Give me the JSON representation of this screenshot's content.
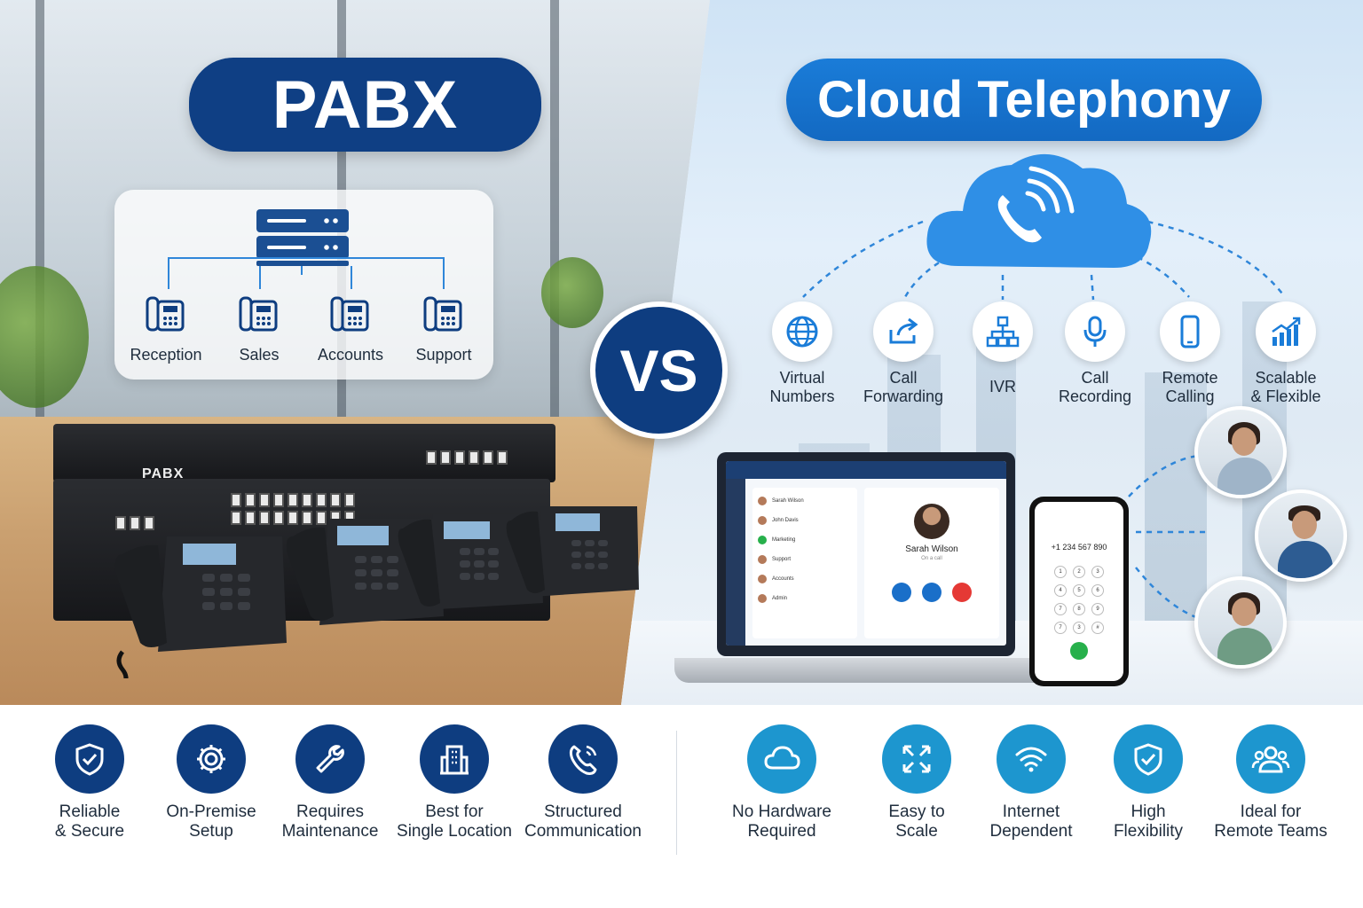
{
  "pabx": {
    "title": "PABX",
    "hardware_label": "PABX",
    "diagram_nodes": [
      {
        "label": "Reception",
        "icon": "desk-phone-icon"
      },
      {
        "label": "Sales",
        "icon": "desk-phone-icon"
      },
      {
        "label": "Accounts",
        "icon": "desk-phone-icon"
      },
      {
        "label": "Support",
        "icon": "desk-phone-icon"
      }
    ],
    "bottom_features": [
      {
        "line1": "Reliable",
        "line2": "& Secure",
        "icon": "shield-check-icon"
      },
      {
        "line1": "On-Premise",
        "line2": "Setup",
        "icon": "gear-icon"
      },
      {
        "line1": "Requires",
        "line2": "Maintenance",
        "icon": "wrench-icon"
      },
      {
        "line1": "Best for",
        "line2": "Single Location",
        "icon": "building-icon"
      },
      {
        "line1": "Structured",
        "line2": "Communication",
        "icon": "phone-ring-icon"
      }
    ]
  },
  "vs_label": "VS",
  "cloud": {
    "title": "Cloud Telephony",
    "features": [
      {
        "line1": "Virtual",
        "line2": "Numbers",
        "icon": "globe-icon"
      },
      {
        "line1": "Call",
        "line2": "Forwarding",
        "icon": "forward-icon"
      },
      {
        "line1": "IVR",
        "line2": "",
        "icon": "hierarchy-icon"
      },
      {
        "line1": "Call",
        "line2": "Recording",
        "icon": "microphone-icon"
      },
      {
        "line1": "Remote",
        "line2": "Calling",
        "icon": "smartphone-icon"
      },
      {
        "line1": "Scalable",
        "line2": "& Flexible",
        "icon": "growth-chart-icon"
      }
    ],
    "laptop_app": {
      "contacts": [
        "Sarah Wilson",
        "John Davis",
        "Marketing",
        "Support",
        "Accounts",
        "Admin"
      ],
      "caller_name": "Sarah Wilson",
      "caller_status": "On a call"
    },
    "phone_app": {
      "number": "+1 234 567 890",
      "keys": [
        "1",
        "2",
        "3",
        "4",
        "5",
        "6",
        "7",
        "8",
        "9",
        "7",
        "3",
        "#"
      ]
    },
    "bottom_features": [
      {
        "line1": "No Hardware",
        "line2": "Required",
        "icon": "cloud-icon"
      },
      {
        "line1": "Easy to",
        "line2": "Scale",
        "icon": "expand-arrows-icon"
      },
      {
        "line1": "Internet",
        "line2": "Dependent",
        "icon": "wifi-icon"
      },
      {
        "line1": "High",
        "line2": "Flexibility",
        "icon": "shield-check-icon"
      },
      {
        "line1": "Ideal for",
        "line2": "Remote Teams",
        "icon": "team-icon"
      }
    ]
  },
  "colors": {
    "navy": "#0e3d80",
    "blue": "#1a7cd8",
    "teal": "#1d96cf",
    "call_green": "#27b04b",
    "call_red": "#e53935"
  }
}
